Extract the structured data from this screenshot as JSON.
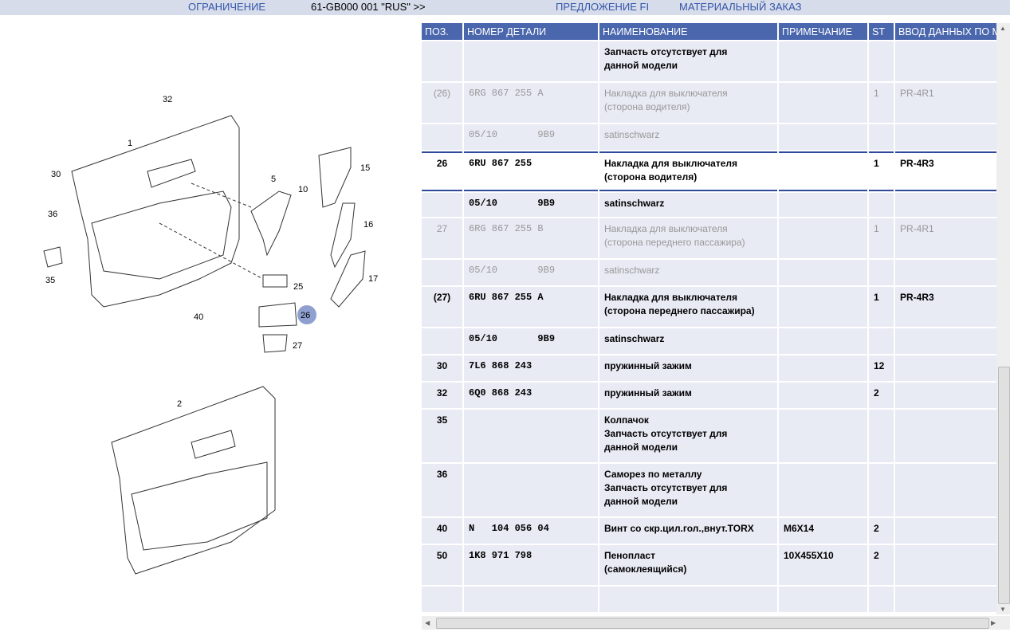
{
  "topbar": {
    "restriction": "ОГРАНИЧЕНИЕ",
    "model": "61-GB000 001 \"RUS\" >>",
    "offer": "ПРЕДЛОЖЕНИЕ FI",
    "material_order": "МАТЕРИАЛЬНЫЙ ЗАКАЗ"
  },
  "diagram": {
    "labels": [
      "32",
      "1",
      "30",
      "36",
      "35",
      "5",
      "10",
      "15",
      "16",
      "17",
      "25",
      "26",
      "27",
      "40",
      "2"
    ]
  },
  "table": {
    "headers": [
      "ПОЗ.",
      "НОМЕР ДЕТАЛИ",
      "НАИМЕНОВАНИЕ",
      "ПРИМЕЧАНИЕ",
      "ST",
      "ВВОД ДАННЫХ ПО МОДЕЛИ"
    ],
    "rows": [
      {
        "pos": "",
        "part": "",
        "name": "Запчасть отсутствует для\nданной модели",
        "note": "",
        "st": "",
        "input": "",
        "style": ""
      },
      {
        "pos": "(26)",
        "part": "6RG 867 255 A",
        "name": "Накладка для выключателя\n(сторона водителя)",
        "note": "",
        "st": "1",
        "input": "PR-4R1",
        "style": "grey"
      },
      {
        "pos": "",
        "part": "05/10       9B9",
        "name": "satinschwarz",
        "note": "",
        "st": "",
        "input": "",
        "style": "grey"
      },
      {
        "pos": "26",
        "part": "6RU 867 255",
        "name": "Накладка для выключателя\n(сторона водителя)",
        "note": "",
        "st": "1",
        "input": "PR-4R3",
        "style": "sel"
      },
      {
        "pos": "",
        "part": "05/10       9B9",
        "name": "satinschwarz",
        "note": "",
        "st": "",
        "input": "",
        "style": ""
      },
      {
        "pos": "27",
        "part": "6RG 867 255 B",
        "name": "Накладка для выключателя\n(сторона переднего пассажира)",
        "note": "",
        "st": "1",
        "input": "PR-4R1",
        "style": "grey"
      },
      {
        "pos": "",
        "part": "05/10       9B9",
        "name": "satinschwarz",
        "note": "",
        "st": "",
        "input": "",
        "style": "grey"
      },
      {
        "pos": "(27)",
        "part": "6RU 867 255 A",
        "name": "Накладка для выключателя\n(сторона переднего пассажира)",
        "note": "",
        "st": "1",
        "input": "PR-4R3",
        "style": ""
      },
      {
        "pos": "",
        "part": "05/10       9B9",
        "name": "satinschwarz",
        "note": "",
        "st": "",
        "input": "",
        "style": ""
      },
      {
        "pos": "30",
        "part": "7L6 868 243",
        "name": "пружинный зажим",
        "note": "",
        "st": "12",
        "input": "",
        "style": ""
      },
      {
        "pos": "32",
        "part": "6Q0 868 243",
        "name": "пружинный зажим",
        "note": "",
        "st": "2",
        "input": "",
        "style": ""
      },
      {
        "pos": "35",
        "part": "",
        "name": "Колпачок\nЗапчасть отсутствует для\nданной модели",
        "note": "",
        "st": "",
        "input": "",
        "style": ""
      },
      {
        "pos": "36",
        "part": "",
        "name": "Саморез по металлу\nЗапчасть отсутствует для\nданной модели",
        "note": "",
        "st": "",
        "input": "",
        "style": ""
      },
      {
        "pos": "40",
        "part": "N   104 056 04",
        "name": "Винт со скр.цил.гол.,внут.TORX",
        "note": "M6X14",
        "st": "2",
        "input": "",
        "style": ""
      },
      {
        "pos": "50",
        "part": "1K8 971 798",
        "name": "Пенопласт\n(самоклеящийся)",
        "note": "10X455X10",
        "st": "2",
        "input": "",
        "style": ""
      },
      {
        "pos": "",
        "part": "",
        "name": "",
        "note": "",
        "st": "",
        "input": "",
        "style": ""
      }
    ]
  }
}
